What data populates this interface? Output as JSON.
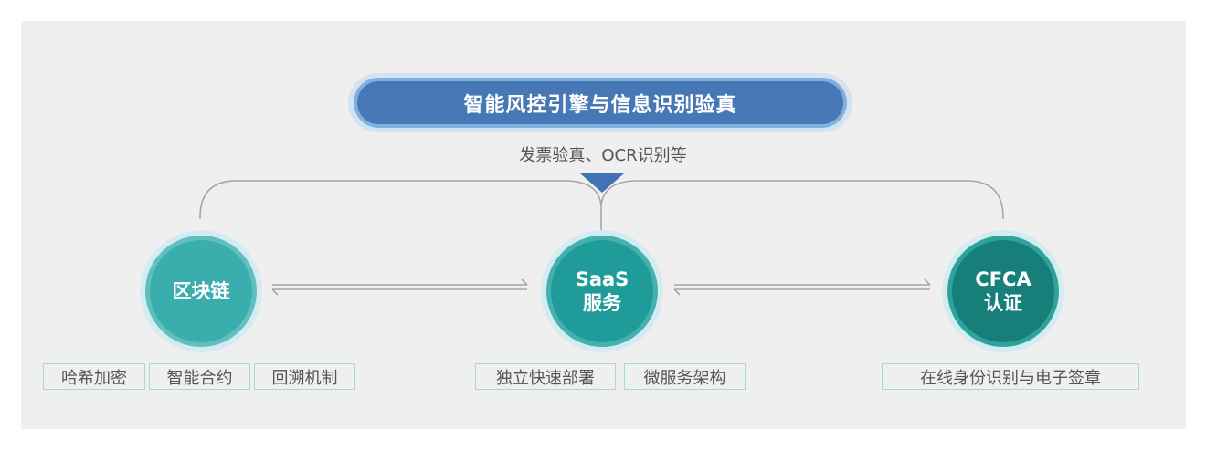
{
  "header": {
    "title": "智能风控引擎与信息识别验真",
    "subtitle": "发票验真、OCR识别等"
  },
  "nodes": [
    {
      "id": "blockchain",
      "line1": "区块链",
      "line2": "",
      "color": "#3aadad",
      "tags": [
        "哈希加密",
        "智能合约",
        "回溯机制"
      ]
    },
    {
      "id": "saas",
      "line1": "SaaS",
      "line2": "服务",
      "color": "#1f9b9a",
      "tags": [
        "独立快速部署",
        "微服务架构"
      ]
    },
    {
      "id": "cfca",
      "line1": "CFCA",
      "line2": "认证",
      "color": "#177f79",
      "tags": [
        "在线身份识别与电子签章"
      ]
    }
  ],
  "colors": {
    "background": "#efefef",
    "title_fill": "#4777b5",
    "connector": "#a9a5a3",
    "indicator": "#3f73b6",
    "tag_border": "#a8d6db"
  },
  "icons": {
    "pointer": "down-triangle-icon",
    "bidirectional": "two-way-arrow-icon"
  }
}
